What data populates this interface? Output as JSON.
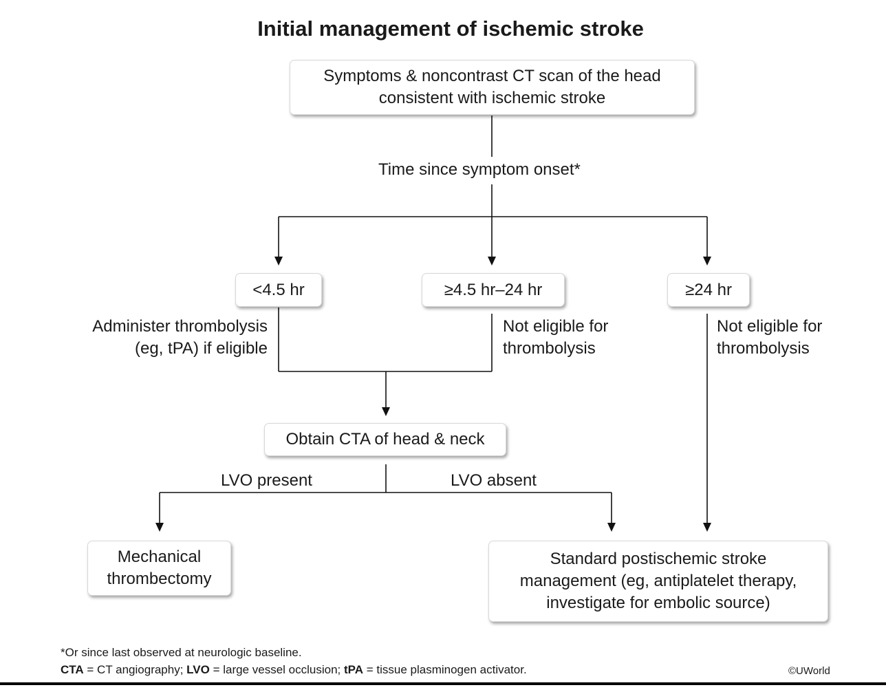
{
  "title": "Initial management of ischemic stroke",
  "nodes": {
    "start": "Symptoms & noncontrast CT scan of the head consistent with ischemic stroke",
    "time_question": "Time since symptom onset*",
    "lt_4_5": "<4.5 hr",
    "between": "≥4.5 hr–24 hr",
    "gte_24": "≥24 hr",
    "cta": "Obtain CTA of head & neck",
    "thrombectomy": "Mechanical thrombectomy",
    "standard": "Standard postischemic stroke management (eg, antiplatelet therapy, investigate for embolic source)"
  },
  "edge_labels": {
    "thrombolysis": "Administer thrombolysis (eg, tPA) if eligible",
    "not_eligible_mid": "Not eligible for thrombolysis",
    "not_eligible_right": "Not eligible for thrombolysis",
    "lvo_present": "LVO present",
    "lvo_absent": "LVO absent"
  },
  "footnote": "*Or since last observed at neurologic baseline.",
  "abbreviations": [
    {
      "term": "CTA",
      "def": " = CT angiography; "
    },
    {
      "term": "LVO",
      "def": " = large vessel occlusion; "
    },
    {
      "term": "tPA",
      "def": " = tissue plasminogen activator."
    }
  ],
  "copyright": "©UWorld"
}
